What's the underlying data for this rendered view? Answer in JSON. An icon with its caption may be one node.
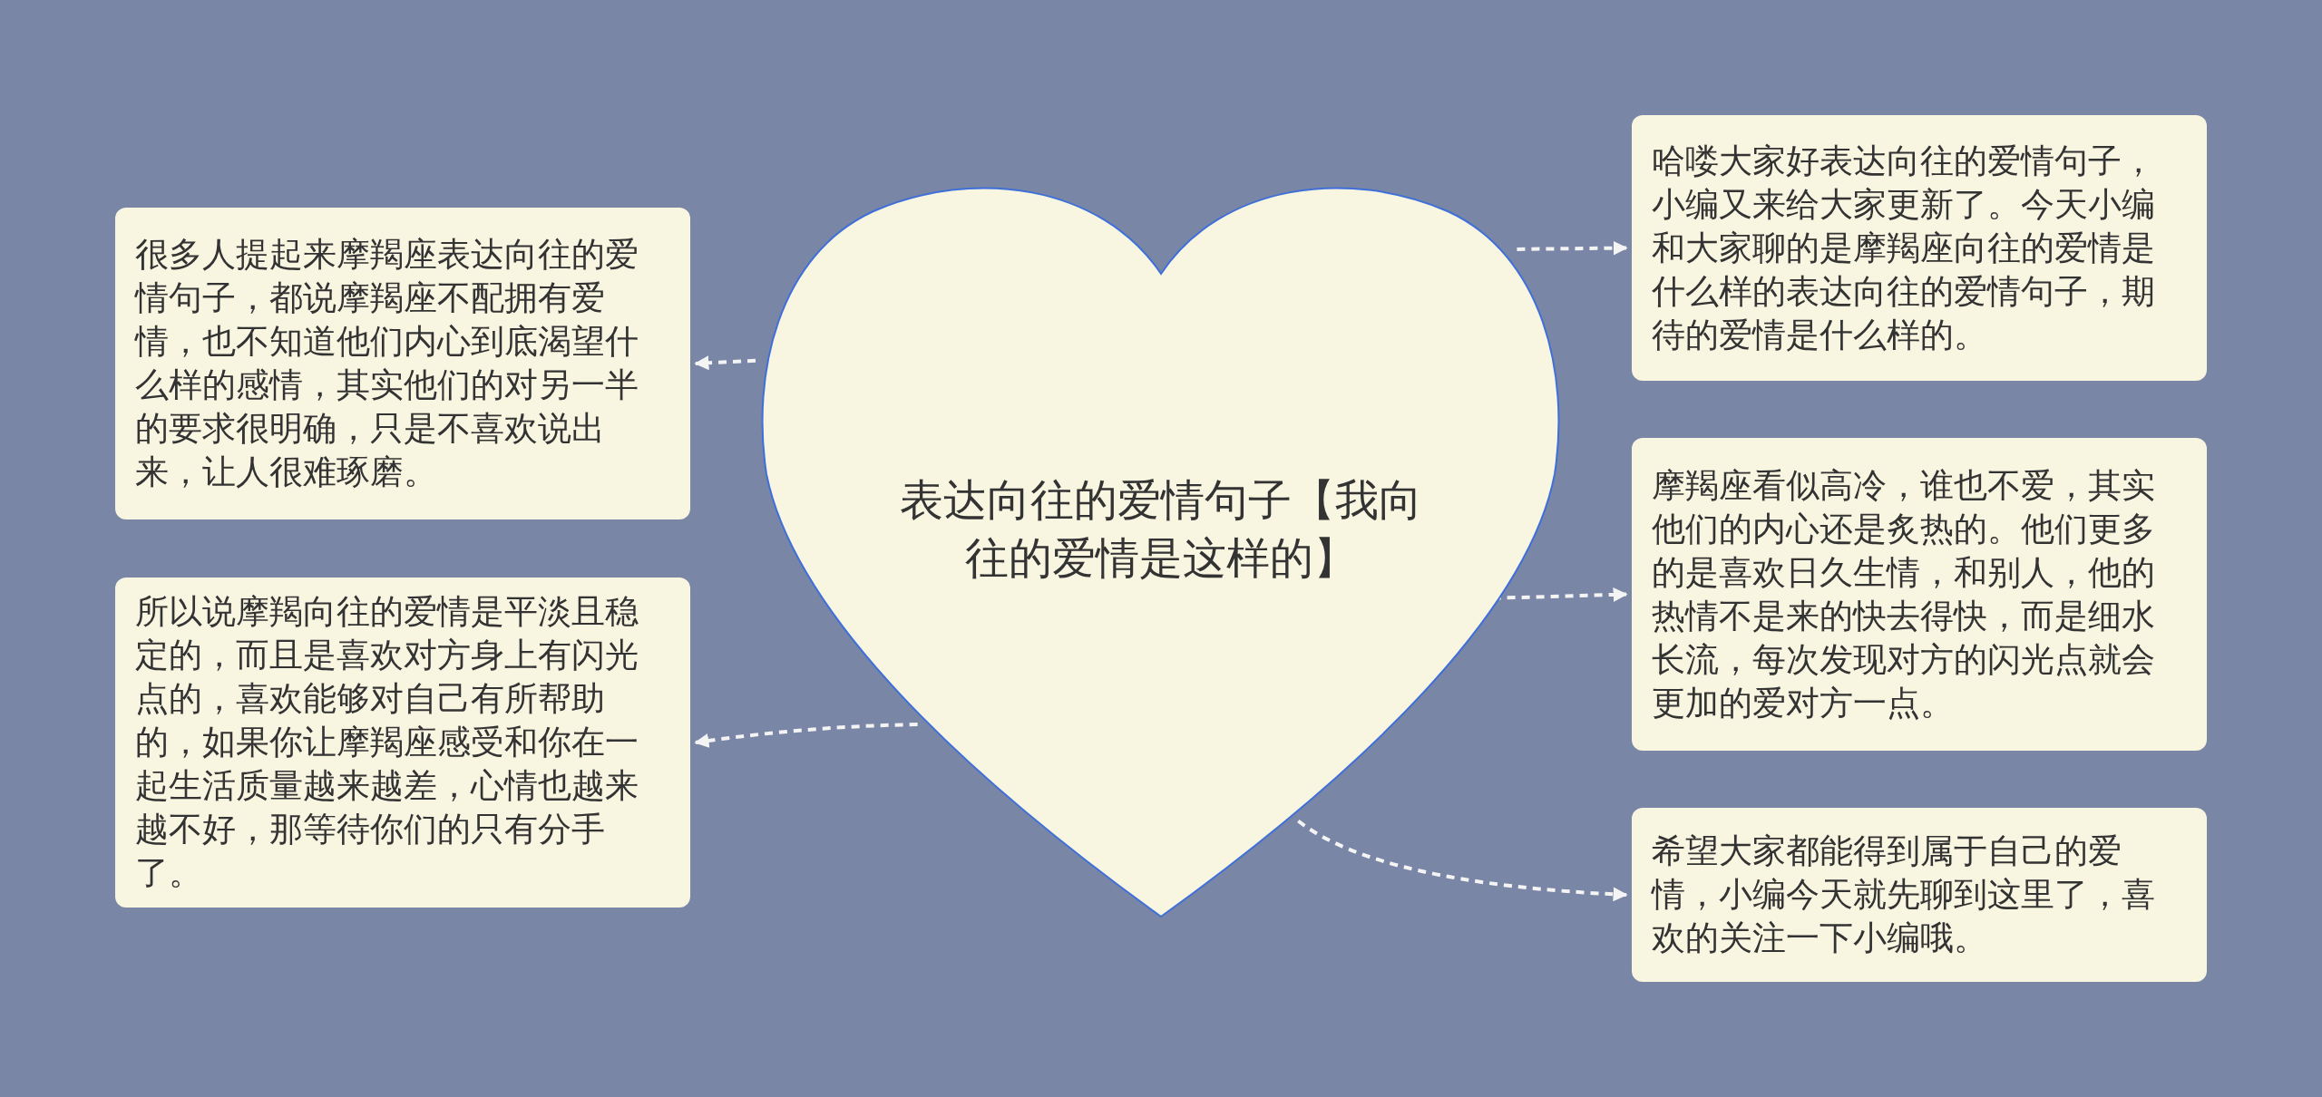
{
  "diagram": {
    "nodes": [
      {
        "text": [
          "表达向往的爱情句子【我向往的爱情是这样的】"
        ]
      },
      {
        "text": [
          "很多人提起来摩羯座表达向往的爱情句子，都说摩羯座不配拥有爱情，也不知道他们内心到底渴望什么样的感情，其实他们的对另一半的要求很明确，只是不喜欢说出来，让人很难琢磨。"
        ]
      },
      {
        "text": [
          "所以说摩羯向往的爱情是平淡且稳定的，而且是喜欢对方身上有闪光点的，喜欢能够对自己有所帮助的，如果你让摩羯座感受和你在一起生活质量越来越差，心情也越来越不好，那等待你们的只有分手了。"
        ]
      },
      {
        "text": [
          "哈喽大家好表达向往的爱情句子，小编又来给大家更新了。今天小编和大家聊的是摩羯座向往的爱情是什么样的表达向往的爱情句子，期待的爱情是什么样的。"
        ]
      },
      {
        "text": [
          "摩羯座看似高冷，谁也不爱，其实他们的内心还是炙热的。他们更多的是喜欢日久生情，和别人，他的热情不是来的快去得快，而是细水长流，每次发现对方的闪光点就会更加的爱对方一点。"
        ]
      },
      {
        "text": [
          "希望大家都能得到属于自己的爱情，小编今天就先聊到这里了，喜欢的关注一下小编哦。"
        ]
      }
    ],
    "edges": [
      {
        "from": 0,
        "to": 1,
        "arrow": "to",
        "style": "dashed"
      },
      {
        "from": 0,
        "to": 2,
        "arrow": "to",
        "style": "dashed"
      },
      {
        "from": 0,
        "to": 3,
        "arrow": "to",
        "style": "dashed"
      },
      {
        "from": 0,
        "to": 4,
        "arrow": "to",
        "style": "dashed"
      },
      {
        "from": 0,
        "to": 5,
        "arrow": "to",
        "style": "dashed"
      }
    ]
  }
}
